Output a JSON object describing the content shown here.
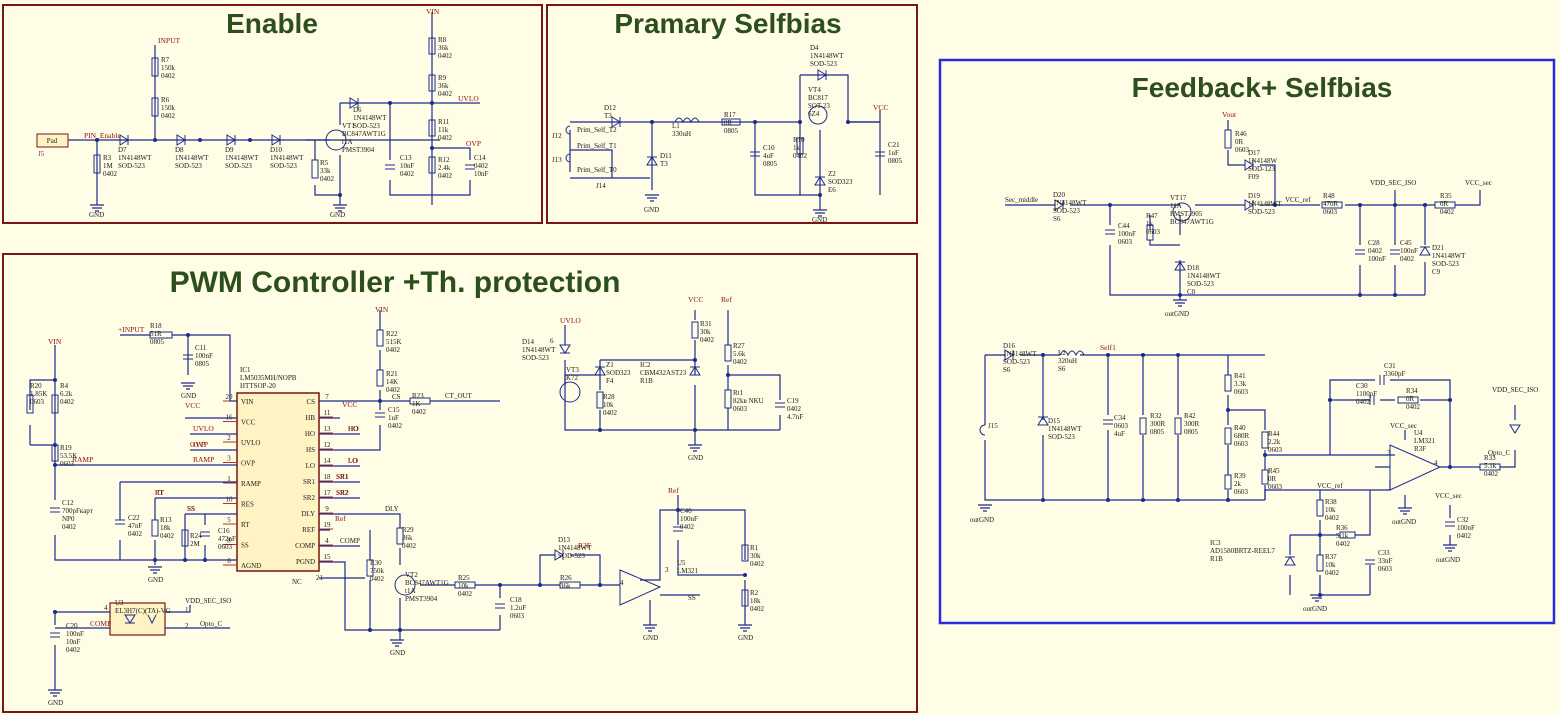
{
  "colors": {
    "background": "#fffde6",
    "wire": "#1d2a8f",
    "net_label": "#8a1010",
    "title": "#2d4f1e",
    "frame_red": "#7a1515",
    "frame_blue": "#2a2ae0",
    "ic_fill": "#fff3c4"
  },
  "sheets": {
    "enable": {
      "title": "Enable"
    },
    "primary": {
      "title": "Pramary Selfbias"
    },
    "pwm": {
      "title": "PWM Controller +Th. protection"
    },
    "feedback": {
      "title": "Feedback+ Selfbias"
    }
  },
  "enable": {
    "nets": [
      "INPUT",
      "VIN",
      "PIN_Enable",
      "UVLO",
      "OVP",
      "GND",
      "GND"
    ],
    "connector": {
      "label": "Pad",
      "ref": "J5"
    },
    "parts": [
      "R7\n150k\n0402",
      "R6\n150k\n0402",
      "R3\n1M\n0402",
      "D7\n1N4148WT\nSOD-523",
      "D8\n1N4148WT\nSOD-523",
      "D9\n1N4148WT\nSOD-523",
      "D10\n1N4148WT\nSOD-523",
      "R5\n33k\n0402",
      "VT1\nBC847AWT1G\nt1A\nPMST3904",
      "D6\n1N4148WT\nSOD-523",
      "C13\n10nF\n0402",
      "R8\n36k\n0402",
      "R9\n36k\n0402",
      "R11\n11k\n0402",
      "R12\n2.4k\n0402",
      "C14\n0402\n10nF"
    ]
  },
  "primary": {
    "nets": [
      "Prim_Self_T2",
      "Prim_Self_T1",
      "Prim_Self_T0",
      "VCC",
      "GND",
      "GND"
    ],
    "parts": [
      "J12",
      "J13",
      "J14",
      "D12\nT3",
      "D11\nT3",
      "L1\n330uH",
      "R17\n0R\n0805",
      "C10\n4uF\n0805",
      "D4\n1N4148WT\nSOD-523",
      "VT4\nBC817\nSOT-23\n6Z4",
      "R10\n1k\n0402",
      "Z2\nSOD323\nE6",
      "C21\n1uF\n0805"
    ]
  },
  "pwm": {
    "nets": [
      "+INPUT",
      "VIN",
      "VIN",
      "UVLO",
      "VCC",
      "Ref",
      "Ref",
      "Ref",
      "VCC",
      "OVP",
      "CS",
      "HO",
      "LO",
      "SR1",
      "SR2",
      "RAMP",
      "RT",
      "SS",
      "DLY",
      "COMP",
      "CT_OUT",
      "VDD_SEC_ISO",
      "Opto_C",
      "GND",
      "GND",
      "GND",
      "GND",
      "GND",
      "GND",
      "GND",
      "RAMP",
      "RT",
      "SS",
      "COMP",
      "UVLO",
      "OVP",
      "VCC",
      "HO",
      "LO",
      "SR1",
      "SR2",
      "R3F",
      "SS"
    ],
    "ic1": {
      "ref": "IC1",
      "part": "LM5035MH/NOPB",
      "pkg": "HTTSOP-20",
      "left_pins": [
        {
          "num": "20",
          "name": "VIN"
        },
        {
          "num": "16",
          "name": "VCC"
        },
        {
          "num": "2",
          "name": "UVLO"
        },
        {
          "num": "3",
          "name": "OVP"
        },
        {
          "num": "1",
          "name": "RAMP"
        },
        {
          "num": "10",
          "name": "RES"
        },
        {
          "num": "5",
          "name": "RT"
        },
        {
          "num": "8",
          "name": "SS"
        },
        {
          "num": "6",
          "name": "AGND"
        }
      ],
      "right_pins": [
        {
          "num": "7",
          "name": "CS"
        },
        {
          "num": "11",
          "name": "HB"
        },
        {
          "num": "13",
          "name": "HO"
        },
        {
          "num": "12",
          "name": "HS"
        },
        {
          "num": "14",
          "name": "LO"
        },
        {
          "num": "18",
          "name": "SR1"
        },
        {
          "num": "17",
          "name": "SR2"
        },
        {
          "num": "9",
          "name": "DLY"
        },
        {
          "num": "19",
          "name": "REF"
        },
        {
          "num": "4",
          "name": "COMP"
        },
        {
          "num": "15",
          "name": "PGND"
        }
      ],
      "nc_label": "NC",
      "nc_pin": "21"
    },
    "parts": [
      "R18\n51R\n0805",
      "C11\n100nF\n0805",
      "R20\n1.85K\n0603",
      "R4\n6.2k\n0402",
      "R19\n53.5K\n0603",
      "C12\n700pFкарт\nNP0\n0402",
      "C22\n47nF\n0402",
      "R13\n18k\n0402",
      "R24\n2M",
      "C16\n472nF\n0603",
      "R22\n515K\n0402",
      "R21\n14K\n0402",
      "C15\n1uF\n0402",
      "R23\n1K\n0402",
      "R29\n36k\n0402",
      "R30\n750k\n0402",
      "VT2\nBC847AWT1G\nt1A\nPMST3904",
      "R25\n10k\n0402",
      "C18\n1.2uF\n0603",
      "D14\n1N4148WT\nSOD-523",
      "VT3\nK72",
      "Z1\nSOD323\nF4",
      "R28\n10k\n0402",
      "IC2\nCBM432AST23\nR1B",
      "R31\n30k\n0402",
      "R27\n5.6k\n0402",
      "Rt1\n82kв NKU\n0603",
      "C19\n0402\n4.7nF",
      "D13\n1N4148WT\nSOD-523",
      "R26\n36k",
      "U5\nLM321",
      "C46\n100nF\n0402",
      "R1\n30k\n0402",
      "R2\n18k\n0402",
      "U3\nEL3H7(C)(TA)-VG",
      "C20\n100nF\n10nF\n0402",
      "6",
      "4",
      "3",
      "4",
      "1",
      "2"
    ]
  },
  "feedback": {
    "nets": [
      "Sec_middle",
      "Vout",
      "VCC_ref",
      "VDD_SEC_ISO",
      "VCC_sec",
      "Self1",
      "VCC_sec",
      "VCC_ref",
      "VCC_sec",
      "VDD_SEC_ISO",
      "Opto_C",
      "outGND",
      "outGND",
      "outGND",
      "outGND",
      "outGND"
    ],
    "parts": [
      "R46\n0R\n0603",
      "D17\n1N4148W\nSOD-123\nF09",
      "D20\n1N4148WT\nSOD-523\nS6",
      "C44\n100nF\n0603",
      "R47\n1k\n0603",
      "VT17\n11A\nPMST3905\nBC847AWT1G",
      "D18\n1N4148WT\nSOD-523\nC0",
      "D19\n1N4148WT\nSOD-523",
      "R48\n470R\n0603",
      "C28\n0402\n100nF",
      "C45\n100nF\n0402",
      "D21\n1N4148WT\nSOD-523\nC9",
      "R35\n0R\n0402",
      "D16\n1N4148WT\nSOD-523\nS6",
      "L2\n320uH\nS6",
      "D15\n1N4148WT\nSOD-523",
      "C34\n0603\n4uF",
      "R32\n300R\n0805",
      "R42\n300R\n0805",
      "R41\n3.3k\n0603",
      "R40\n680R\n0603",
      "R44\n2.2k\n0603",
      "R45\n0R\n0603",
      "R39\n2k\n0603",
      "C31\n3360pF",
      "C30\n1100pF\n0402",
      "R34\n0R\n0402",
      "U4\nLM321\nR3F",
      "R33\n5.1k\n0402",
      "C32\n100nF\n0402",
      "R38\n10k\n0402",
      "R36\n5.1k\n0402",
      "R37\n10k\n0402",
      "C33\n33nF\n0603",
      "IC3\nAD1580BRTZ-REEL7\nR1B",
      "J15",
      "3",
      "4"
    ]
  }
}
